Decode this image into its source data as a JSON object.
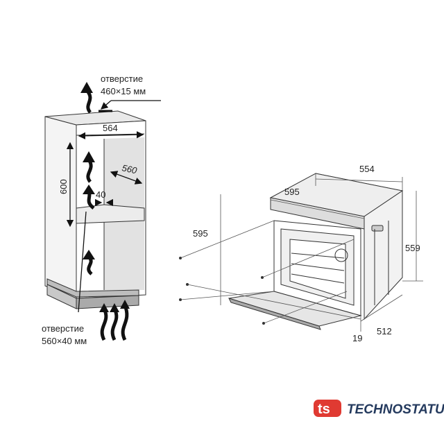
{
  "cabinet": {
    "top_vent_label_1": "отверстие",
    "top_vent_label_2": "460×15 мм",
    "bottom_vent_label_1": "отверстие",
    "bottom_vent_label_2": "560×40 мм",
    "width": "564",
    "depth": "560",
    "height": "600",
    "gap": "40"
  },
  "oven": {
    "depth_top": "554",
    "front_width": "595",
    "front_height": "595",
    "height": "559",
    "body_depth": "512",
    "door_thickness": "19"
  },
  "logo": {
    "mark": "ts",
    "name": "TECHNOSTATUS",
    "color": "#e03a32",
    "text_color": "#243a5e"
  }
}
